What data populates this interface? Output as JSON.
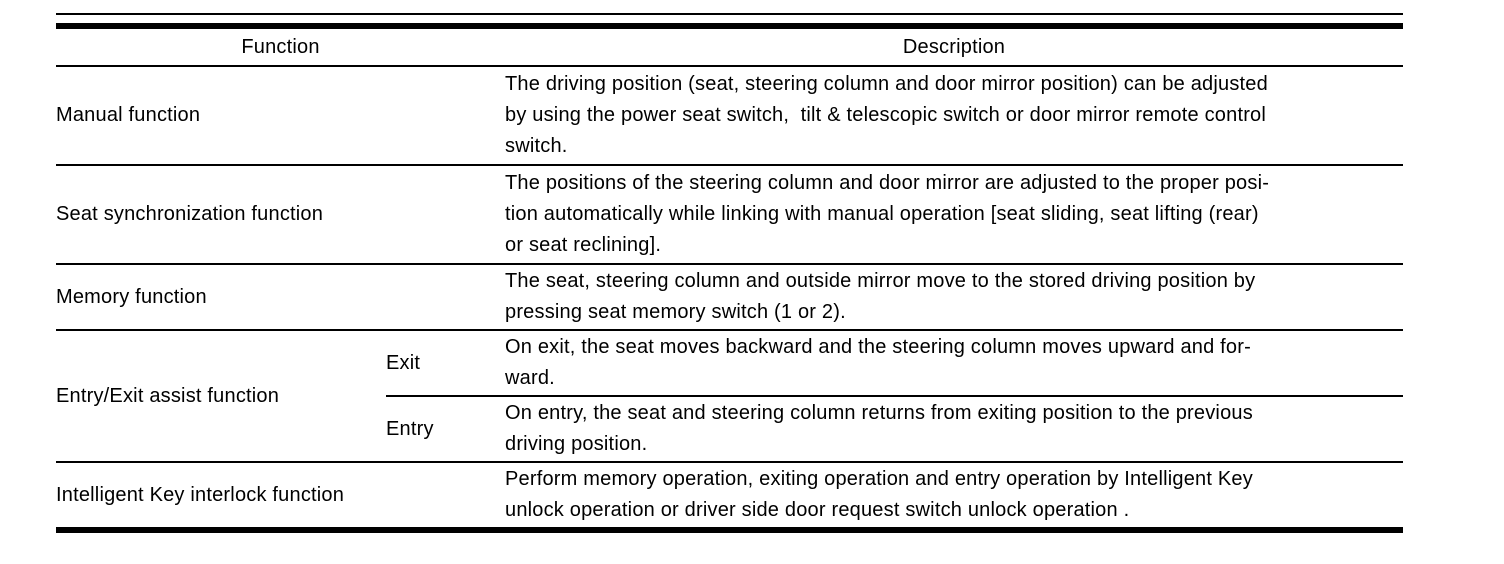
{
  "colors": {
    "text": "#000000",
    "border": "#000000",
    "background": "#ffffff"
  },
  "table": {
    "headers": {
      "function": "Function",
      "description": "Description"
    },
    "rows": [
      {
        "function": "Manual function",
        "description": "The driving position (seat, steering column and door mirror position) can be adjusted\nby using the power seat switch,  tilt & telescopic switch or door mirror remote control\nswitch."
      },
      {
        "function": "Seat synchronization function",
        "description": "The positions of the steering column and door mirror are adjusted to the proper posi-\ntion automatically while linking with manual operation [seat sliding, seat lifting (rear)\nor seat reclining]."
      },
      {
        "function": "Memory function",
        "description": "The seat, steering column and outside mirror move to the stored driving position by\npressing seat memory switch (1 or 2)."
      },
      {
        "function": "Entry/Exit assist function",
        "sub_rows": [
          {
            "label": "Exit",
            "description": "On exit, the seat moves backward and the steering column moves upward and for-\nward."
          },
          {
            "label": "Entry",
            "description": "On entry, the seat and steering column returns from exiting position to the previous\ndriving position."
          }
        ]
      },
      {
        "function": "Intelligent Key interlock function",
        "description": "Perform memory operation, exiting operation and entry operation by Intelligent Key\nunlock operation or driver side door request switch unlock operation ."
      }
    ]
  }
}
